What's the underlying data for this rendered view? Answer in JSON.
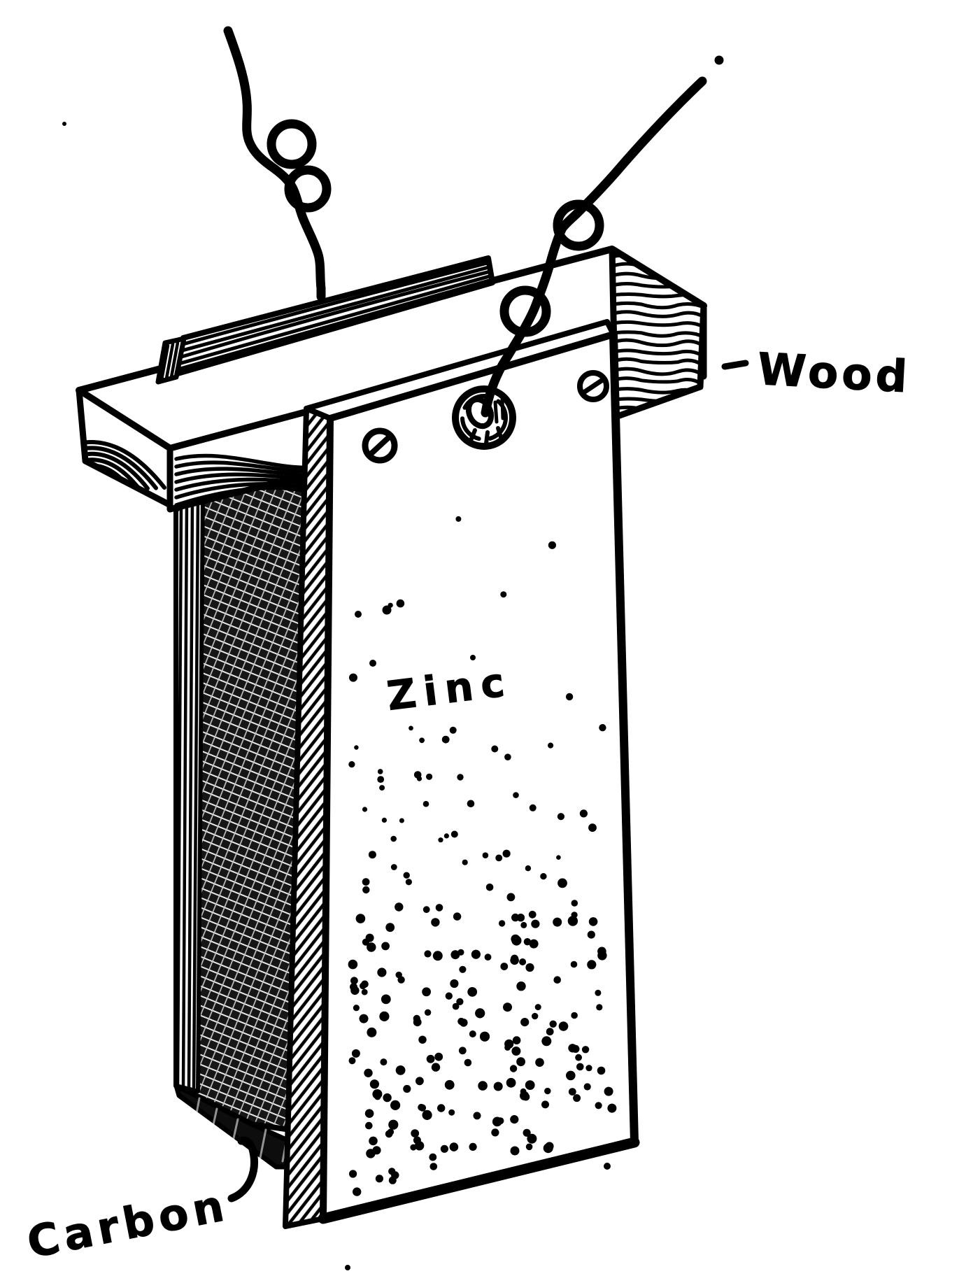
{
  "figure": {
    "paper_color": "#ffffff",
    "ink_color": "#000000",
    "labels": {
      "wood": "Wood",
      "zinc": "Zinc",
      "carbon": "Carbon"
    },
    "parts": [
      "wood-crossbar",
      "rear-wood-strip",
      "zinc-plate",
      "carbon-plate",
      "left-wire",
      "right-wire",
      "binding-screws"
    ]
  }
}
